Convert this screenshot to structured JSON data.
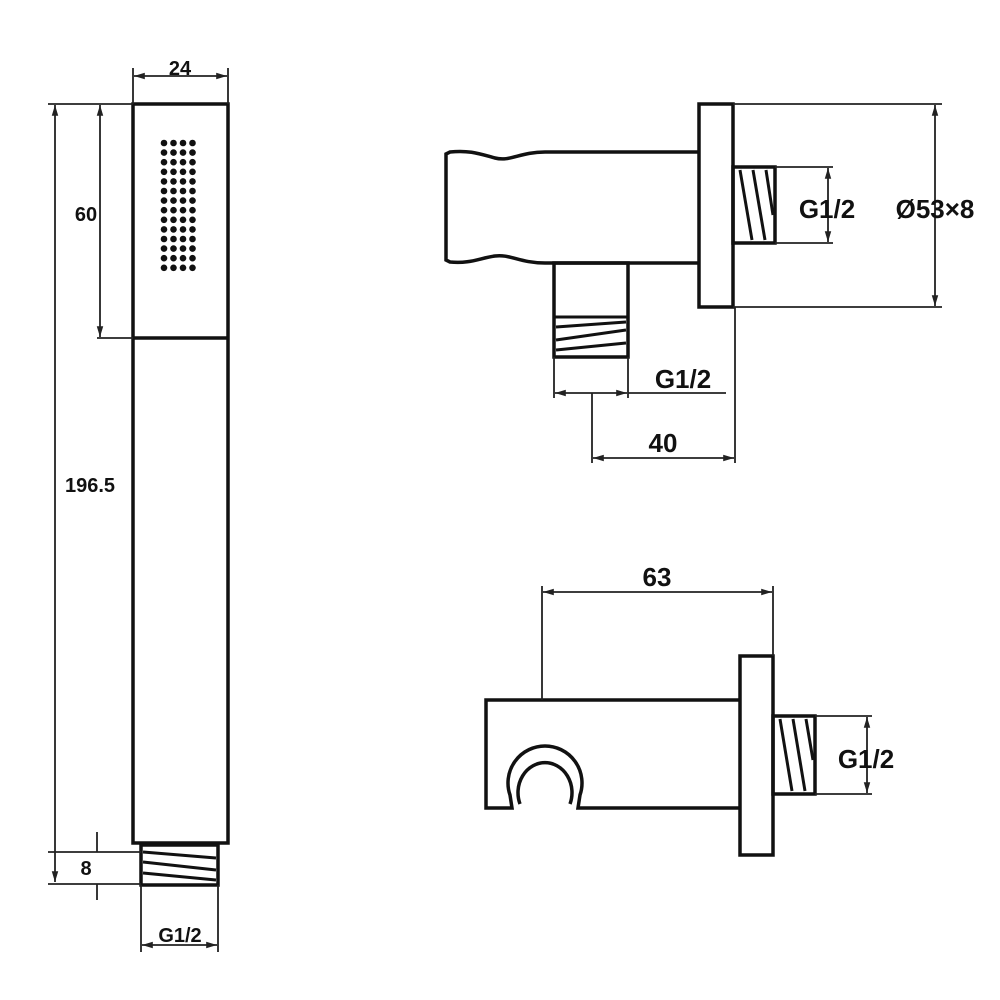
{
  "hand_shower": {
    "width_label": "24",
    "head_length_label": "60",
    "total_length_label": "196.5",
    "thread_length_label": "8",
    "thread_label": "G1/2",
    "spray_holes": {
      "columns": 4,
      "rows": 14
    }
  },
  "wall_outlet_elbow": {
    "thread_label_side": "G1/2",
    "flange_label": "Ø53×8",
    "thread_label_bottom": "G1/2",
    "offset_label": "40"
  },
  "wall_holder": {
    "depth_label": "63",
    "thread_label": "G1/2"
  },
  "colors": {
    "line": "#111111",
    "background": "#ffffff"
  }
}
